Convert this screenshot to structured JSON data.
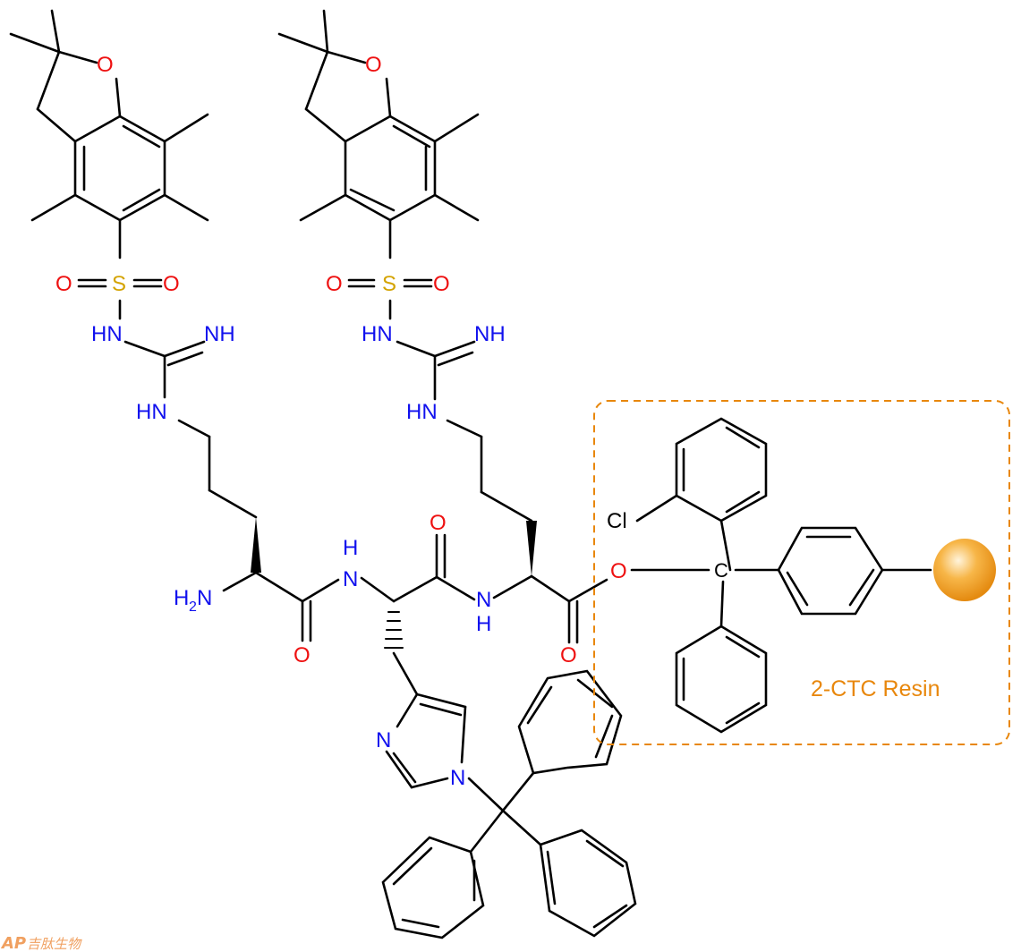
{
  "atoms": {
    "o_ring": "O",
    "s": "S",
    "o": "O",
    "nh": "NH",
    "hn": "HN",
    "h2n_h": "H",
    "h2n_2": "2",
    "h2n_n": "N",
    "h": "H",
    "n": "N",
    "c": "C",
    "cl": "Cl"
  },
  "resin": {
    "label": "2-CTC Resin",
    "bead_color": "#f4a21c",
    "box_color": "#e8870c"
  },
  "watermark": {
    "ap": "AP",
    "company": "吉肽生物"
  }
}
